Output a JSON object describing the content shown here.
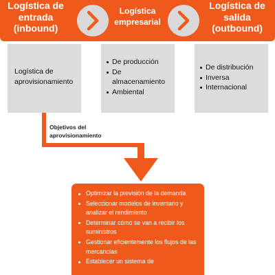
{
  "header": {
    "inbound_title": "Logística de entrada (inbound)",
    "business_title": "Logística empresarial",
    "outbound_title": "Logística de salida (outbound)"
  },
  "boxes": {
    "inbound": {
      "text": "Logística de aprovisionamiento"
    },
    "business": {
      "items": [
        "De producción",
        "De almacenamiento",
        "Ambiental"
      ]
    },
    "outbound": {
      "items": [
        "De distribución",
        "Inversa",
        "Internacional"
      ]
    }
  },
  "connector_label": "Objetivos del aprovisionamiento",
  "objectives": [
    "Optimizar la previsión de la demanda",
    "Seleccionar modelos de inventario y analizar el rendimiento",
    "Determinar cómo se van a recibir los suministros",
    "Gestionar eficientemente los flujos de las mercancías",
    "Establecer un sistema de"
  ],
  "colors": {
    "accent": "#ef5a1c",
    "gray": "#dcdcdc",
    "chevron_bg": "#d9d9d9"
  }
}
